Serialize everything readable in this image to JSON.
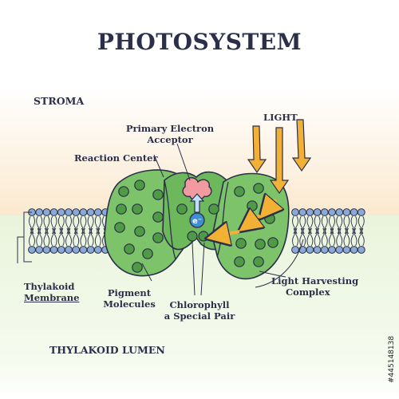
{
  "title": "PHOTOSYSTEM",
  "regions": {
    "stroma": "STROMA",
    "lumen": "THYLAKOID LUMEN"
  },
  "labels": {
    "light": "LIGHT",
    "primary_acceptor_line1": "Primary Electron",
    "primary_acceptor_line2": "Acceptor",
    "reaction_center": "Reaction Center",
    "thylakoid_membrane_line1": "Thylakoid",
    "thylakoid_membrane_line2": "Membrane",
    "pigment_line1": "Pigment",
    "pigment_line2": "Molecules",
    "chlorophyll_line1": "Chlorophyll",
    "chlorophyll_line2": "a Special Pair",
    "harvesting_line1": "Light Harvesting",
    "harvesting_line2": "Complex",
    "electron": "e⁻"
  },
  "watermark": "#445148138",
  "colors": {
    "outline": "#2b2f4a",
    "protein": "#7cc36a",
    "protein_dark": "#5aa64a",
    "pigment": "#4f9a44",
    "lipid_head": "#8aa9d6",
    "arrow_light": "#f2b134",
    "acceptor": "#f19aa0",
    "electron": "#3e8fd0"
  }
}
